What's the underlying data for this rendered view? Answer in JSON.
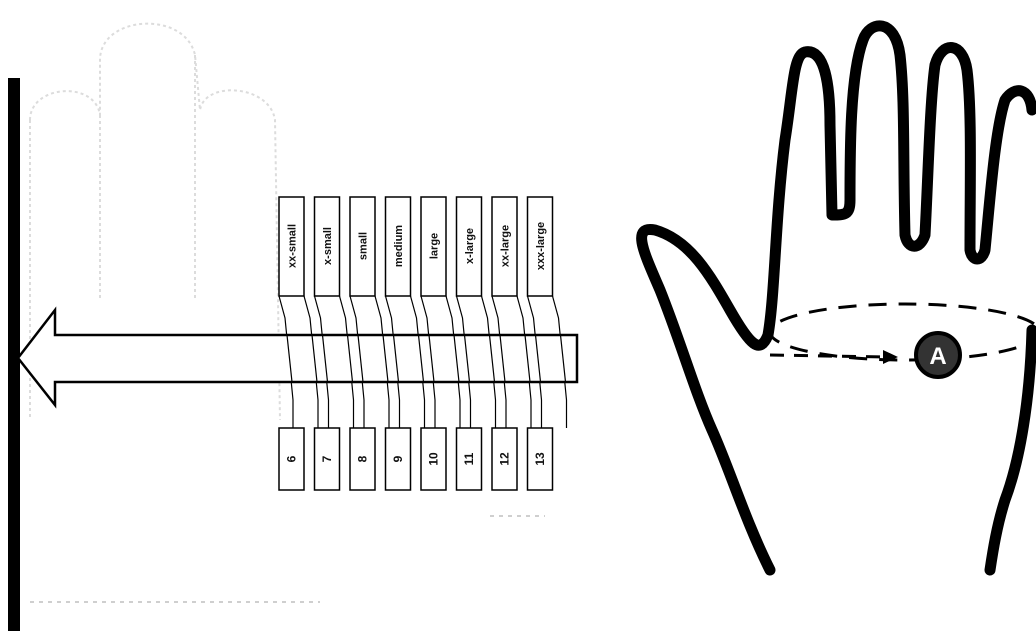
{
  "sizes": [
    {
      "label": "xx-small",
      "number": "6"
    },
    {
      "label": "x-small",
      "number": "7"
    },
    {
      "label": "small",
      "number": "8"
    },
    {
      "label": "medium",
      "number": "9"
    },
    {
      "label": "large",
      "number": "10"
    },
    {
      "label": "x-large",
      "number": "11"
    },
    {
      "label": "xx-large",
      "number": "12"
    },
    {
      "label": "xxx-large",
      "number": "13"
    }
  ],
  "marker": {
    "letter": "A"
  },
  "colors": {
    "ink": "#000000",
    "faded_hand": "#dcdcdc",
    "tape": "#ffffff",
    "marker_fill": "#333333",
    "marker_text": "#ffffff"
  }
}
